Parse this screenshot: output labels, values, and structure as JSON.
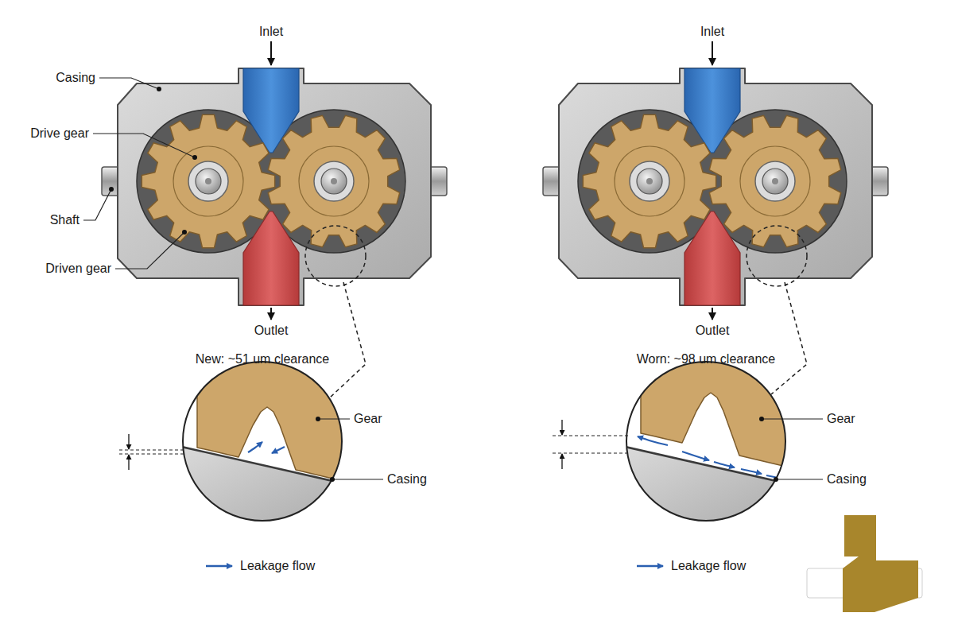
{
  "diagram": {
    "labels": [
      "Inlet",
      "Casing",
      "Drive gear",
      "Shaft",
      "Driven gear",
      "Outlet",
      "New: ~51 um clearance",
      "Gear",
      "Casing",
      "Inlet",
      "Outlet",
      "Worn: ~98 um clearance",
      "Gear",
      "Casing"
    ],
    "legend": [
      {
        "text": "Leakage flow"
      },
      {
        "text": "Leakage flow"
      }
    ]
  }
}
